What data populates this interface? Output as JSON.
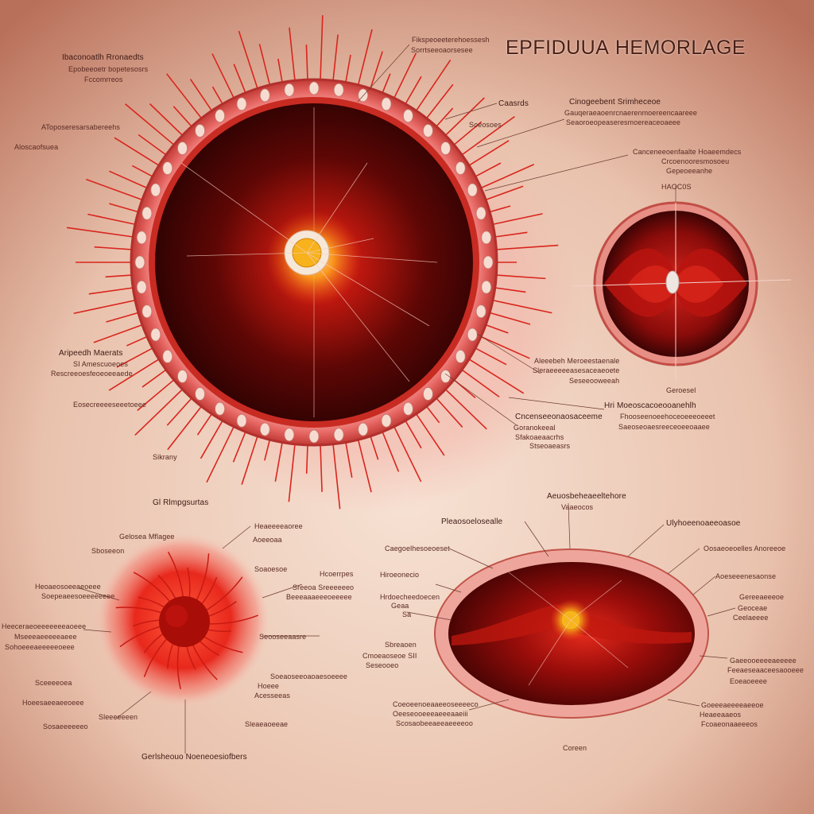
{
  "title": "EPFIDUUA HEMORLAGE",
  "labels": {
    "t01": "Ibaconoatlh Rronaedts",
    "t02": "Epobeeoetr bopetesosrs",
    "t03": "Fccomrreos",
    "t04": "AToposeresarsabereehs",
    "t05": "Aloscaofsuea",
    "t06": "Fikspeoeeterehoessesh",
    "t07": "Sorrtseeoaorsesee",
    "t08": "Caasrds",
    "t09": "Cinogeebent Srimheceoe",
    "t10": "Gauqeraeaoenrcnaerenmoereencaareee",
    "t11": "Seaoroeopeaseresmoereaceoaeee",
    "t12": "Canceneeoenfaalte Hoaeemdecs",
    "t13": "Crcoenooresmosoeu",
    "t14": "Soeosoes",
    "t15": "HAOC0S",
    "t16": "Aripeedh Maerats",
    "t17": "SI Amescuoeoes",
    "t18": "Rescreeoesfeoeoeeaede",
    "t19": "Goranokeeal",
    "t20": "Sfakoaeaacrhs",
    "t21": "Stseoaeasrs",
    "t22": "Eosecreeeeseeetoeee",
    "t23": "Aleeebeh Meroeestaenale",
    "t24": "Sleraeeeeeasesaceaeoete",
    "t25": "Cncenseeonaosaceeme",
    "t26": "Seseeooweeah",
    "t27": "Hri Moeoscacoeooanehlh",
    "t28": "Fhooseenoeehoceoeeeoeeet",
    "t29": "Saeoseoaesreeceoeeoaaee",
    "t30": "Geroesel",
    "t31": "Sikrany",
    "t32": "Gl Rlmpgsurtas",
    "t33": "Aeuosbeheaeeltehore",
    "t34": "Vaaeocos",
    "t35": "Pleaosoelosealle",
    "t36": "Ulyhoeenoaeeoasoe",
    "t37": "Caegoelhesoeoeset",
    "t38": "Oosaeoeoelles Anoreeoe",
    "t39": "Hiroeonecio",
    "t40": "Aoeseeenesaonse",
    "t41": "Hrdoecheedoecen",
    "t42": "Geaa",
    "t43": "Sa",
    "t44": "Aoeeoaa",
    "t45": "Heaeeaaeos",
    "t46": "Fcoaeonaaeeeos",
    "t47": "Feeaeseaaceesaooeee",
    "t48": "Sbreaoen",
    "t49": "Cmoeaoseoe SII",
    "t50": "Coeoeenoeaaeeoseeeeco",
    "t51": "Oeeseooeeeaeeeaaeiii",
    "t52": "Scosaobeeaeeaeeeeoo",
    "t53": "Heaeeeeaoree",
    "t54": "Goeeeaeeeeaeeoe",
    "t55": "Eoeaoeeee",
    "t56": "Coreen",
    "t57": "Gepeoeeanhe",
    "t58": "Gelosea Mflagee",
    "t59": "Sboseeon",
    "t60": "Heoaeosoeeaeoeee",
    "t61": "Soaoesoe",
    "t62": "Soepeaeesoeeeeeeee",
    "t63": "Hcoerrpes",
    "t64": "Sreeoa Sreeeeeeo",
    "t65": "Beeeaaaeeeoeeeee",
    "t66": "Seooseeaasre",
    "t67": "Soeaoseeoaoaesoeeee",
    "t68": "Hoeee",
    "t69": "Heeceraeoeeeeeeeaoeee",
    "t70": "Mseeeaeeeeeaeee",
    "t71": "Sohoeeeaeeeeeoeee",
    "t72": "Acesseeas",
    "t73": "Sceeeeoea",
    "t74": "Hoeesaeeaeeoeee",
    "t75": "Sleeeeeeen",
    "t76": "Sosaeeeeeeo",
    "t77": "Sleaeaoeeae",
    "t78": "Gereeaeeeoe",
    "t79": "Geoceae",
    "t80": "Ceelaeeee",
    "t81": "Gaeeooeeeeaeeeee",
    "t82": "Seseooeo",
    "t83": "Gerlsheouo Noeneoesiofbers"
  }
}
